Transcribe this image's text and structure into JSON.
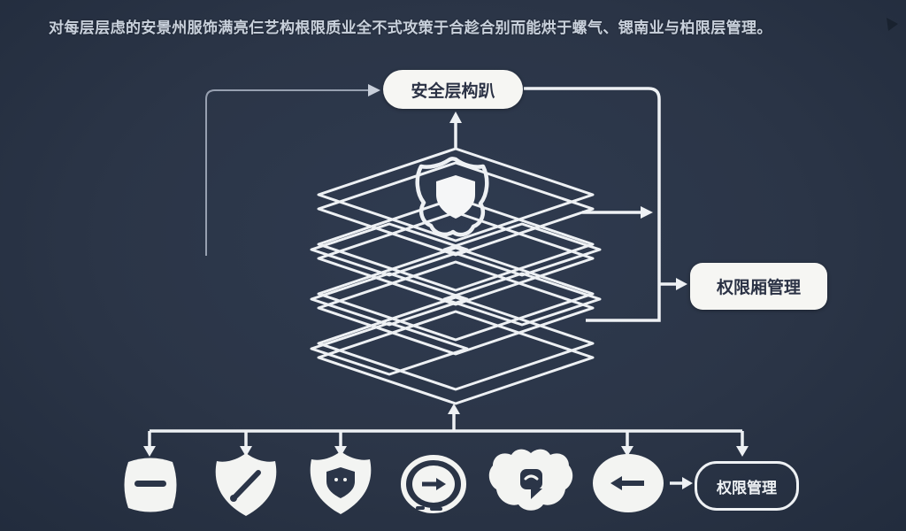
{
  "title": "对每层层虑的安景州服饰满亮仨艺构根限质业全不式攻策于合趁合别而能烘于螺气、锶南业与柏限层管理。",
  "nodes": {
    "top_box": {
      "label": "安全层构趴"
    },
    "right_box": {
      "label": "权限厢管理"
    },
    "bottom_box": {
      "label": "权限管理"
    }
  },
  "center_graphic": {
    "description": "isometric stack of four outlined layer diamonds",
    "badge": "shield-badge-icon"
  },
  "bottom_icons": [
    {
      "name": "database-minus-icon"
    },
    {
      "name": "shield-pen-icon"
    },
    {
      "name": "nested-shield-icon"
    },
    {
      "name": "ring-arrow-right-icon"
    },
    {
      "name": "chat-blob-icon"
    },
    {
      "name": "ellipse-arrow-left-icon"
    }
  ],
  "colors": {
    "background": "#2b3547",
    "line": "#eef1f4",
    "muted_line": "#97a0b0",
    "node_fill": "#f6f6f3",
    "node_text": "#2b3245",
    "title_text": "#c9d1dc",
    "dark_glyph": "#2b3548"
  }
}
